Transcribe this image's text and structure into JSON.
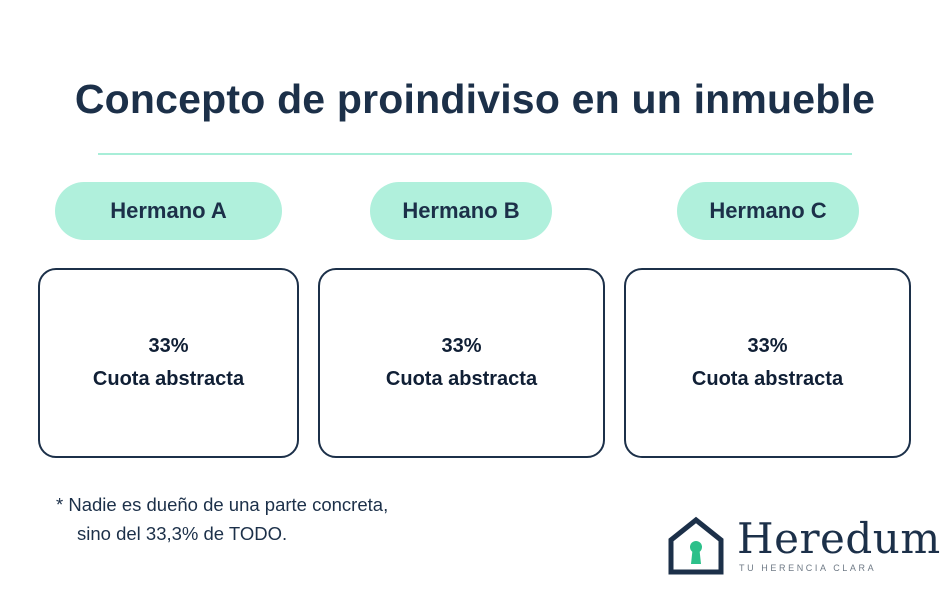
{
  "title": "Concepto de proindiviso en un inmueble",
  "owners": [
    {
      "name": "Hermano A",
      "percent": "33%",
      "label": "Cuota abstracta"
    },
    {
      "name": "Hermano B",
      "percent": "33%",
      "label": "Cuota abstracta"
    },
    {
      "name": "Hermano C",
      "percent": "33%",
      "label": "Cuota abstracta"
    }
  ],
  "footnote": {
    "line1": "* Nadie es dueño de una parte concreta,",
    "line2": "sino del 33,3% de TODO."
  },
  "logo": {
    "name": "Heredum",
    "tagline": "TU HERENCIA CLARA",
    "icon": "house-keyhole-icon"
  },
  "colors": {
    "navy": "#1c3049",
    "mint": "#b0f0dc",
    "divider": "#a8eed8",
    "keyhole": "#2cc08a"
  }
}
